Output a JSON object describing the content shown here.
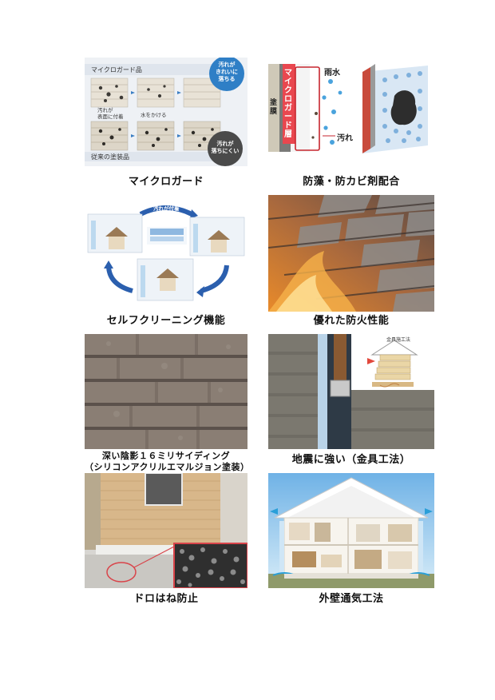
{
  "captions": {
    "c1": "マイクロガード",
    "c2": "防藻・防カビ剤配合",
    "c3": "セルフクリーニング機能",
    "c4": "優れた防火性能",
    "c5_line1": "深い陰影１６ミリサイディング",
    "c5_line2": "（シリコンアクリルエマルジョン塗装）",
    "c6": "地震に強い（金具工法）",
    "c7": "ドロはね防止",
    "c8": "外壁通気工法"
  },
  "panel1": {
    "top_label": "マイクロガード品",
    "bubble_top": "汚れが\nきれいに\n落ちる",
    "mid_left": "汚れが\n表面に付着",
    "mid_center": "水をかける",
    "bottom_label": "従来の塗装品",
    "bubble_bottom": "汚れが\n落ちにくい"
  },
  "panel2": {
    "film_label": "塗膜",
    "strip_label": "マイクロガード層",
    "rain_label": "雨水",
    "dirt_label": "汚れ"
  },
  "panel3": {
    "top_arrow_label": "汚れが付着"
  },
  "panel6": {
    "inset_label": "金具施工法"
  }
}
